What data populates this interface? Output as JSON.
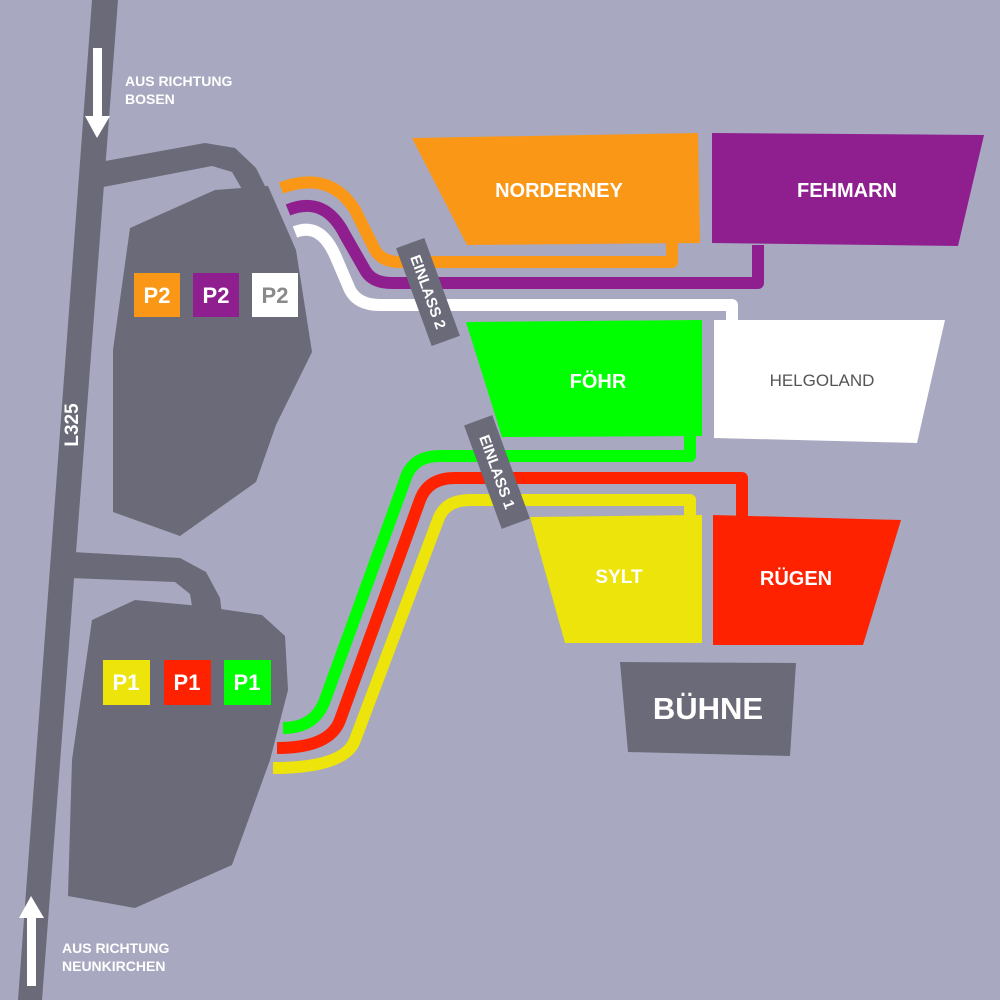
{
  "colors": {
    "background": "#a8a8c0",
    "asphalt": "#6a6a78",
    "orange": "#fb9716",
    "purple": "#8f1f8f",
    "white": "#ffffff",
    "green": "#00ff00",
    "red": "#ff2200",
    "yellow": "#ece40a"
  },
  "road": {
    "name": "L325",
    "north_label": [
      "AUS RICHTUNG",
      "BOSEN"
    ],
    "south_label": [
      "AUS RICHTUNG",
      "NEUNKIRCHEN"
    ]
  },
  "parking": {
    "p2": [
      "P2",
      "P2",
      "P2"
    ],
    "p1": [
      "P1",
      "P1",
      "P1"
    ]
  },
  "entrances": {
    "einlass2": "EINLASS 2",
    "einlass1": "EINLASS 1"
  },
  "zones": {
    "norderney": "NORDERNEY",
    "fehmarn": "FEHMARN",
    "foehr": "FÖHR",
    "helgoland": "HELGOLAND",
    "sylt": "SYLT",
    "ruegen": "RÜGEN",
    "buehne": "BÜHNE"
  }
}
